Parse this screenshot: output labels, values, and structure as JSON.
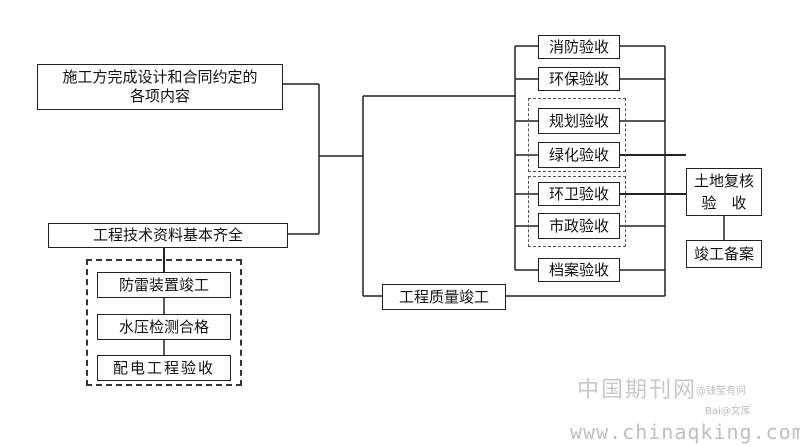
{
  "left": {
    "construction_complete": [
      "施工方完成设计和合同约定的",
      "各项内容"
    ],
    "tech_docs": "工程技术资料基本齐全",
    "sub_items": [
      "防雷装置竣工",
      "水压检测合格",
      "配电工程验收"
    ]
  },
  "center": {
    "quality_completion": "工程质量竣工"
  },
  "acceptances": [
    "消防验收",
    "环保验收",
    "规划验收",
    "绿化验收",
    "环卫验收",
    "市政验收",
    "档案验收"
  ],
  "right": {
    "land_review": [
      "土地复核",
      "验　收"
    ],
    "filing": "竣工备案"
  },
  "watermark": {
    "cn": "中国期刊网",
    "badge": "@钱莹有问",
    "baidu": "Bai@文库",
    "url": "www.chinaqking.com"
  }
}
